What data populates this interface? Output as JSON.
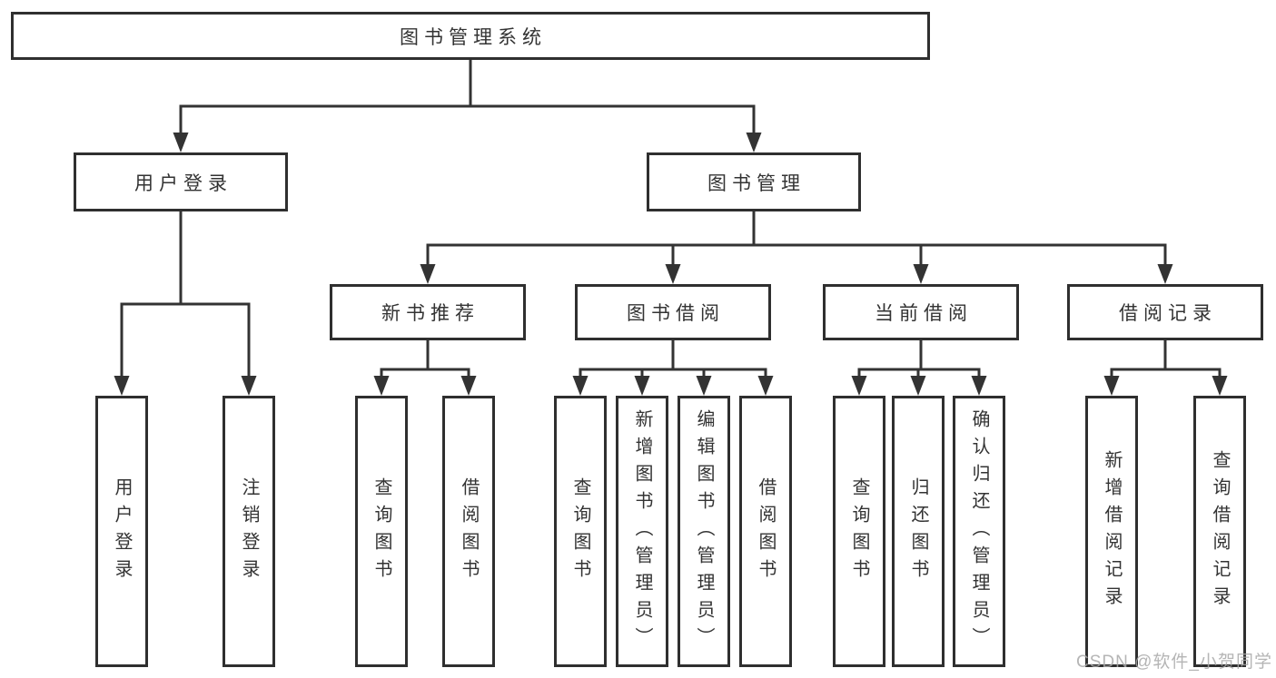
{
  "diagram": {
    "root": {
      "label": "图书管理系统"
    },
    "branches": [
      {
        "label": "用户登录",
        "children": [
          {
            "label": "用户登录"
          },
          {
            "label": "注销登录"
          }
        ]
      },
      {
        "label": "图书管理",
        "children": [
          {
            "label": "新书推荐",
            "children": [
              {
                "label": "查询图书"
              },
              {
                "label": "借阅图书"
              }
            ]
          },
          {
            "label": "图书借阅",
            "children": [
              {
                "label": "查询图书"
              },
              {
                "label": "新增图书（管理员）"
              },
              {
                "label": "编辑图书（管理员）"
              },
              {
                "label": "借阅图书"
              }
            ]
          },
          {
            "label": "当前借阅",
            "children": [
              {
                "label": "查询图书"
              },
              {
                "label": "归还图书"
              },
              {
                "label": "确认归还（管理员）"
              }
            ]
          },
          {
            "label": "借阅记录",
            "children": [
              {
                "label": "新增借阅记录"
              },
              {
                "label": "查询借阅记录"
              }
            ]
          }
        ]
      }
    ]
  },
  "watermark": {
    "text": "CSDN @软件_小贺同学"
  },
  "colors": {
    "background": "#ffffff",
    "box_border": "#2f2f2f",
    "connector": "#333333",
    "label_text": "#333333",
    "watermark_text": "#a8a8a8"
  }
}
